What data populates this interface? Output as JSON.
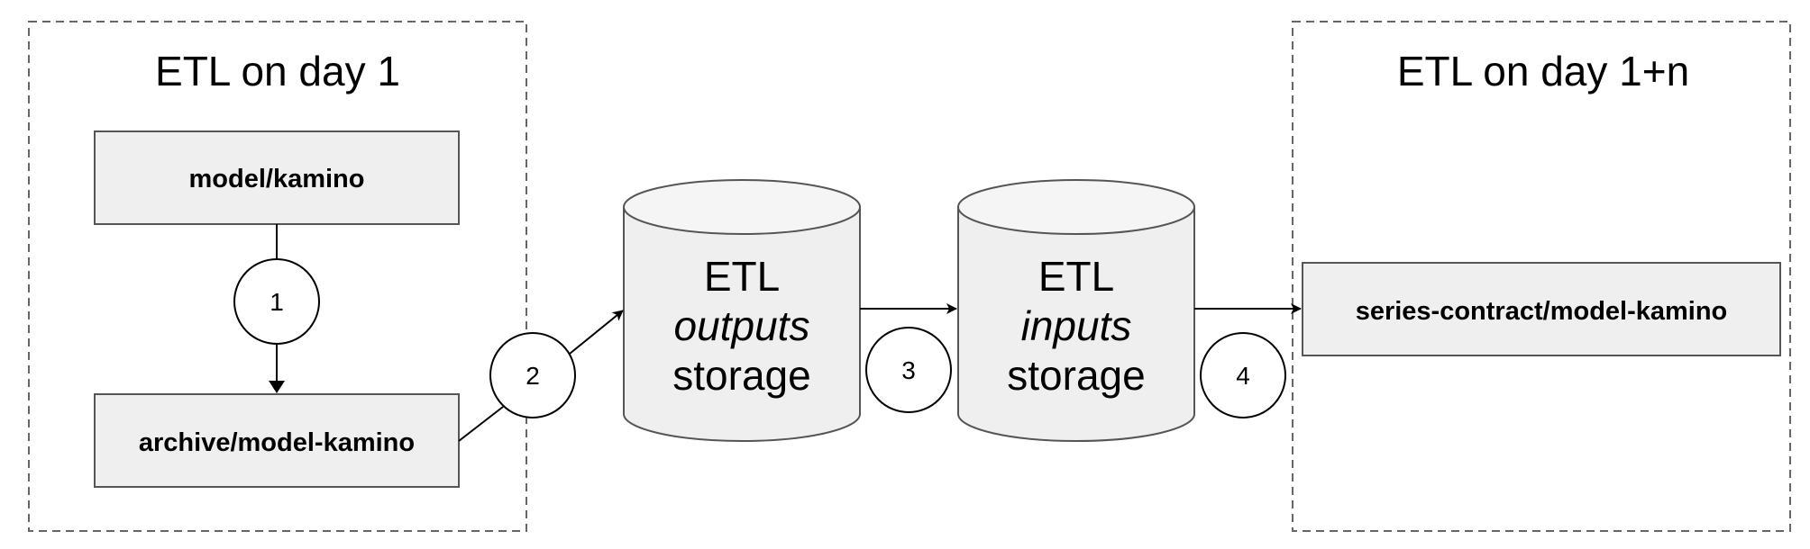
{
  "groups": {
    "day1": {
      "title": "ETL on day 1"
    },
    "day1n": {
      "title": "ETL on day 1+n"
    }
  },
  "boxes": {
    "model_kamino": "model/kamino",
    "archive_model_kamino": "archive/model-kamino",
    "series_contract": "series-contract/model-kamino"
  },
  "storages": {
    "outputs": {
      "line1": "ETL",
      "line2": "outputs",
      "line3": "storage"
    },
    "inputs": {
      "line1": "ETL",
      "line2": "inputs",
      "line3": "storage"
    }
  },
  "steps": [
    "1",
    "2",
    "3",
    "4"
  ],
  "colors": {
    "box_fill": "#efefef",
    "stroke": "#555555",
    "dashed_border": "#666666",
    "cylinder_top": "#f5f5f5"
  }
}
